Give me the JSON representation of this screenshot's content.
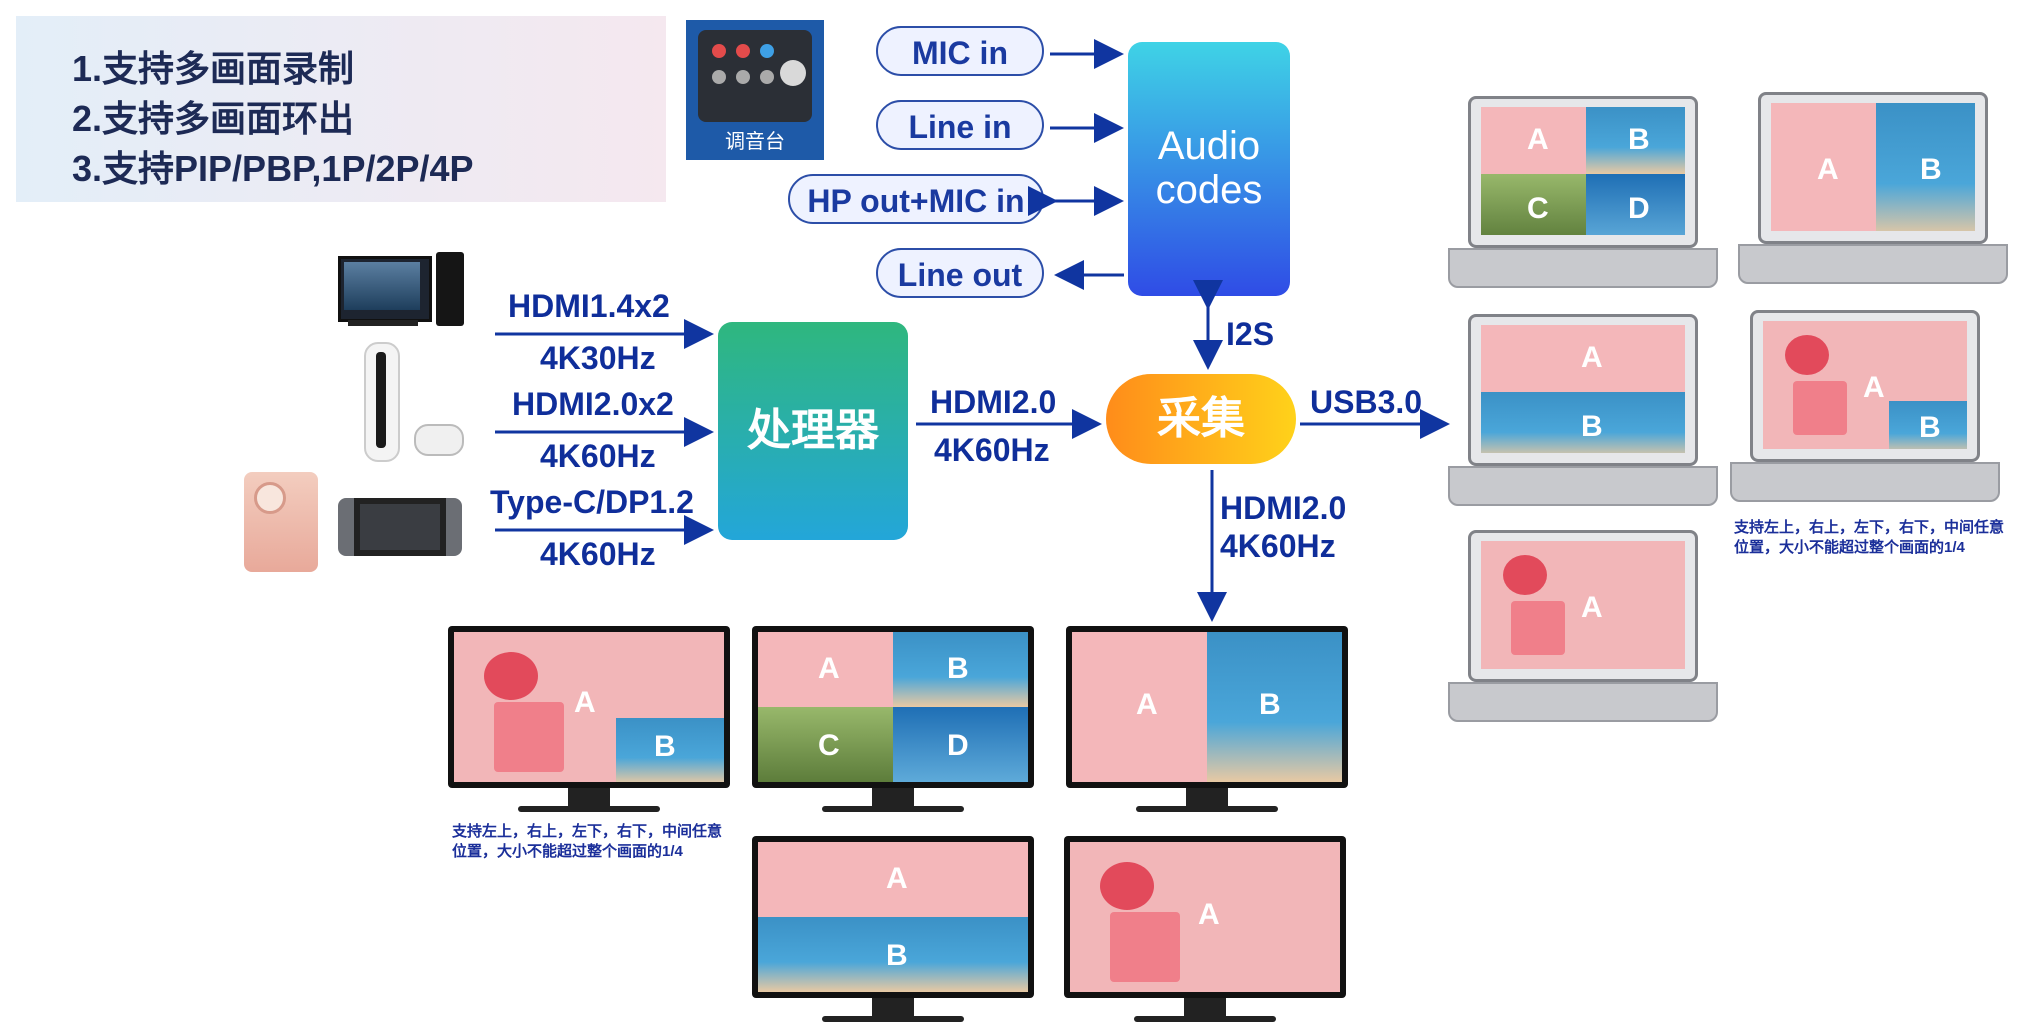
{
  "features": [
    "1.支持多画面录制",
    "2.支持多画面环出",
    "3.支持PIP/PBP,1P/2P/4P"
  ],
  "mixer_label": "调音台",
  "audio_ports": {
    "mic_in": "MIC in",
    "line_in": "Line in",
    "hp_out_mic_in": "HP out+MIC in",
    "line_out": "Line out"
  },
  "audio_block": "Audio codes",
  "processor": "处理器",
  "capture": "采集",
  "inputs": [
    {
      "top": "HDMI1.4x2",
      "bottom": "4K30Hz"
    },
    {
      "top": "HDMI2.0x2",
      "bottom": "4K60Hz"
    },
    {
      "top": "Type-C/DP1.2",
      "bottom": "4K60Hz"
    }
  ],
  "proc_to_capture": {
    "top": "HDMI2.0",
    "bottom": "4K60Hz"
  },
  "i2s": "I2S",
  "usb": "USB3.0",
  "loop_out": {
    "top": "HDMI2.0",
    "bottom": "4K60Hz"
  },
  "notes": {
    "pip_line1": "支持左上，右上，左下，右下，中间任意",
    "pip_line2": "位置，大小不能超过整个画面的1/4"
  },
  "letters": {
    "a": "A",
    "b": "B",
    "c": "C",
    "d": "D"
  }
}
